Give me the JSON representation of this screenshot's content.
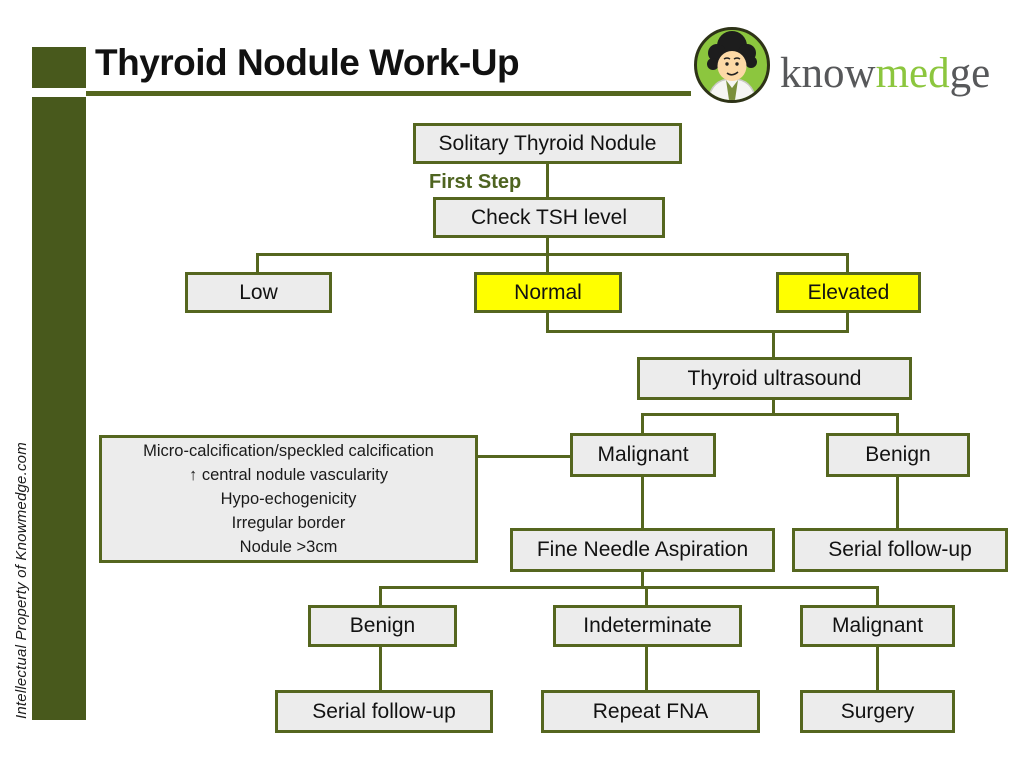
{
  "page": {
    "title": "Thyroid Nodule Work-Up",
    "watermark": "Intellectual Property of Knowmedge.com"
  },
  "logo": {
    "know": "know",
    "med": "med",
    "ge": "ge",
    "mascot": "doctor-cartoon"
  },
  "colors": {
    "sidebar_olive": "#48591c",
    "connector_green": "#55661f",
    "highlight_yellow": "#ffff00",
    "node_fill_gray": "#ececec",
    "logo_green": "#8cc63e",
    "logo_gray": "#57585a"
  },
  "flowchart": {
    "first_step_label": "First Step",
    "nodes": {
      "solitary": "Solitary Thyroid Nodule",
      "check_tsh": "Check TSH level",
      "low": "Low",
      "normal": "Normal",
      "elevated": "Elevated",
      "ultrasound": "Thyroid ultrasound",
      "malignant_us": "Malignant",
      "benign_us": "Benign",
      "fna": "Fine Needle Aspiration",
      "serial_followup_us": "Serial follow-up",
      "benign_fna": "Benign",
      "indeterminate": "Indeterminate",
      "malignant_fna": "Malignant",
      "serial_followup_fna": "Serial follow-up",
      "repeat_fna": "Repeat FNA",
      "surgery": "Surgery"
    },
    "criteria": {
      "lines": [
        "Micro-calcification/speckled calcification",
        "↑ central nodule vascularity",
        "Hypo-echogenicity",
        "Irregular border",
        "Nodule >3cm"
      ]
    }
  }
}
